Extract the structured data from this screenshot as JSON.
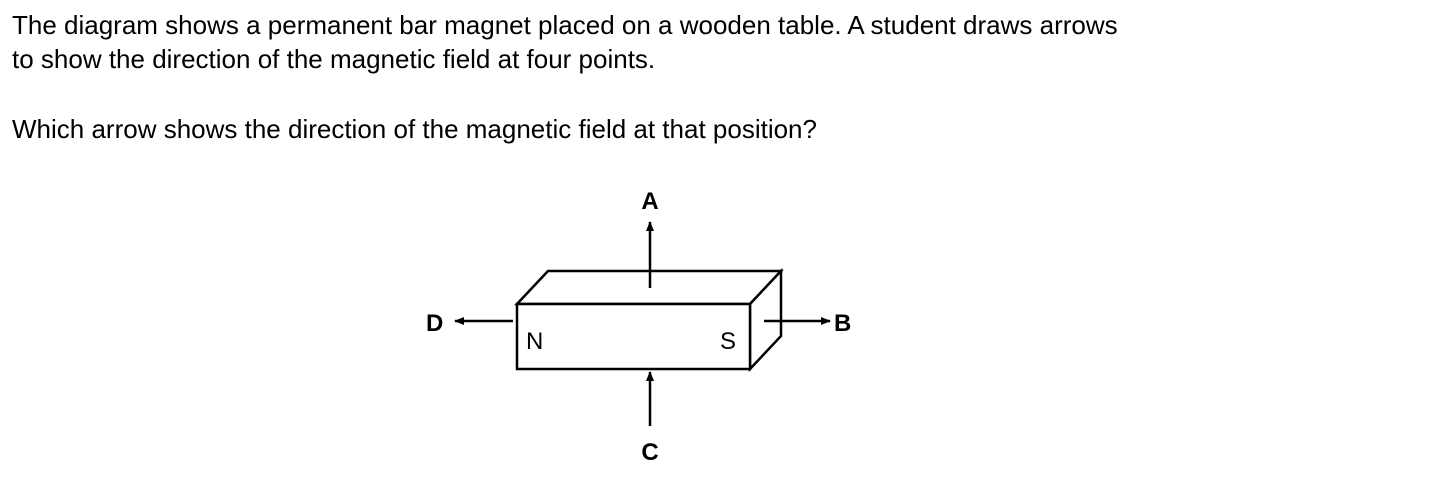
{
  "question": {
    "line1": "The diagram shows a permanent bar magnet placed on a wooden table. A student draws arrows",
    "line2": "to show the direction of the magnetic field at four points.",
    "prompt": "Which arrow shows the direction of the magnetic field at that position?"
  },
  "diagram": {
    "magnet": {
      "north_label": "N",
      "south_label": "S"
    },
    "arrows": {
      "a_label": "A",
      "b_label": "B",
      "c_label": "C",
      "d_label": "D"
    },
    "colors": {
      "stroke": "#000000",
      "fill": "#ffffff"
    }
  }
}
